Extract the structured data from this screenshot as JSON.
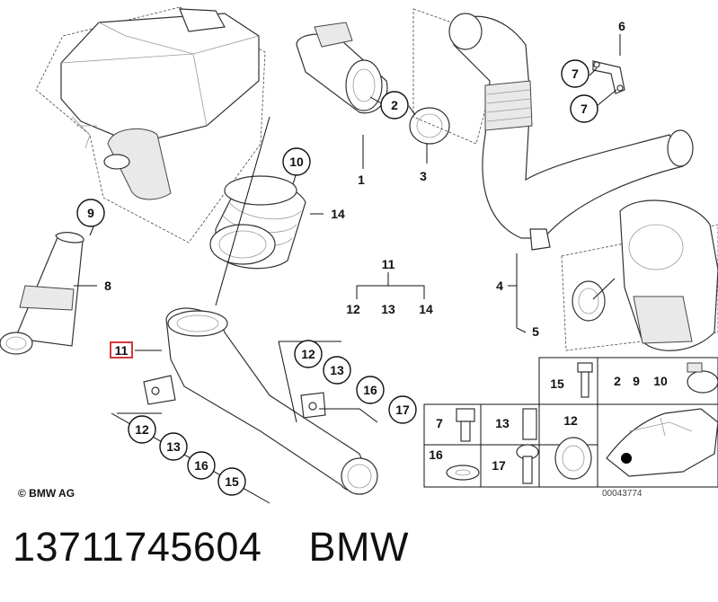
{
  "copyright": "© BMW AG",
  "image_number": "00043774",
  "highlighted_part": "11",
  "footer": {
    "part_number": "13711745604",
    "brand": "BMW"
  },
  "callouts": {
    "n10": "10",
    "n2": "2",
    "n3": "3",
    "n1": "1",
    "n9": "9",
    "n8": "8",
    "n14": "14",
    "n11": "11",
    "n6": "6",
    "n7a": "7",
    "n7b": "7",
    "n4": "4",
    "n5": "5",
    "g11": "11",
    "g12": "12",
    "g13": "13",
    "g14": "14",
    "r12": "12",
    "r13": "13",
    "r16": "16",
    "r17": "17",
    "l12": "12",
    "l13": "13",
    "l16": "16",
    "l15": "15"
  },
  "parts_table": {
    "c15": "15",
    "c2": "2",
    "c9": "9",
    "c10": "10",
    "c7": "7",
    "c13": "13",
    "c12": "12",
    "c16": "16",
    "c17": "17"
  }
}
